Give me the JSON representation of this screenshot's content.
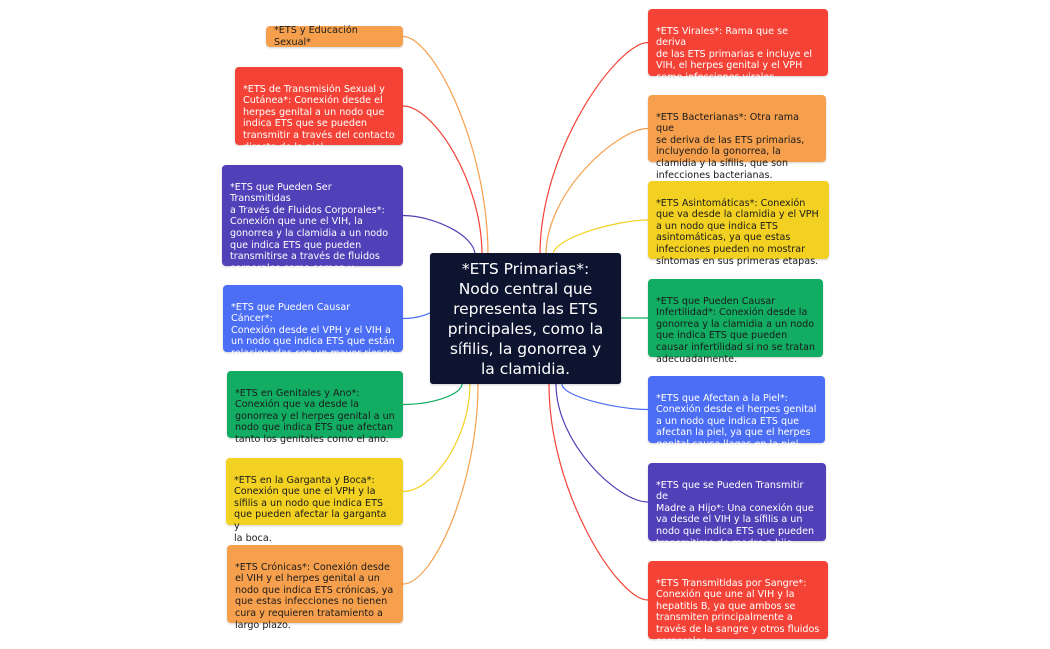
{
  "colors": {
    "red": "#f44336",
    "orange": "#f6a04d",
    "yellow": "#f3d122",
    "green": "#12ad62",
    "blue": "#4c6ef5",
    "indigo": "#5140b8",
    "center": "#0d1430"
  },
  "central": {
    "text": "*ETS Primarias*:\nNodo central que\nrepresenta las ETS\nprincipales, como la\nsífilis, la gonorrea y\nla clamidia."
  },
  "left_nodes": [
    {
      "text": "*ETS y Educación Sexual*",
      "color": "orange"
    },
    {
      "text": "*ETS de Transmisión Sexual y\nCutánea*: Conexión desde el\nherpes genital a un nodo que\nindica ETS que se pueden\ntransmitir a través del contacto\ndirecto de la piel.",
      "color": "red"
    },
    {
      "text": "*ETS que Pueden Ser Transmitidas\na Través de Fluidos Corporales*:\nConexión que une el VIH, la\ngonorrea y la clamidia a un nodo\nque indica ETS que pueden\ntransmitirse a través de fluidos\ncorporales como semen y\nsecreciones vaginales.",
      "color": "indigo"
    },
    {
      "text": "*ETS que Pueden Causar Cáncer*:\nConexión desde el VPH y el VIH a\nun nodo que indica ETS que están\nrelacionadas con un mayor riesgo\nde cáncer.",
      "color": "blue"
    },
    {
      "text": "*ETS en Genitales y Ano*:\nConexión que va desde la\ngonorrea y el herpes genital a un\nnodo que indica ETS que afectan\ntanto los genitales como el ano.",
      "color": "green"
    },
    {
      "text": "*ETS en la Garganta y Boca*:\nConexión que une el VPH y la\nsífilis a un nodo que indica ETS\nque pueden afectar la garganta y\nla boca.",
      "color": "yellow"
    },
    {
      "text": "*ETS Crónicas*: Conexión desde\nel VIH y el herpes genital a un\nnodo que indica ETS crónicas, ya\nque estas infecciones no tienen\ncura y requieren tratamiento a\nlargo plazo.",
      "color": "orange"
    }
  ],
  "right_nodes": [
    {
      "text": "*ETS Virales*: Rama que se deriva\nde las ETS primarias e incluye el\nVIH, el herpes genital y el VPH\ncomo infecciones virales\ncomunes.",
      "color": "red"
    },
    {
      "text": "*ETS Bacterianas*: Otra rama que\nse deriva de las ETS primarias,\nincluyendo la gonorrea, la\nclamidia y la sífilis, que son\ninfecciones bacterianas.",
      "color": "orange"
    },
    {
      "text": "*ETS Asintomáticas*: Conexión\nque va desde la clamidia y el VPH\na un nodo que indica ETS\nasintomáticas, ya que estas\ninfecciones pueden no mostrar\nsíntomas en sus primeras etapas.",
      "color": "yellow"
    },
    {
      "text": "*ETS que Pueden Causar\nInfertilidad*: Conexión desde la\ngonorrea y la clamidia a un nodo\nque indica ETS que pueden\ncausar infertilidad si no se tratan\nadecuadamente.",
      "color": "green"
    },
    {
      "text": "*ETS que Afectan a la Piel*:\nConexión desde el herpes genital\na un nodo que indica ETS que\nafectan la piel, ya que el herpes\ngenital causa llagas en la piel.",
      "color": "blue"
    },
    {
      "text": "*ETS que se Pueden Transmitir de\nMadre a Hijo*: Una conexión que\nva desde el VIH y la sífilis a un\nnodo que indica ETS que pueden\ntransmitirse de madre a hijo\ndurante el embarazo o el parto.",
      "color": "indigo"
    },
    {
      "text": "*ETS Transmitidas por Sangre*:\nConexión que une al VIH y la\nhepatitis B, ya que ambos se\ntransmiten principalmente a\ntravés de la sangre y otros fluidos\ncorporales.",
      "color": "red"
    }
  ]
}
